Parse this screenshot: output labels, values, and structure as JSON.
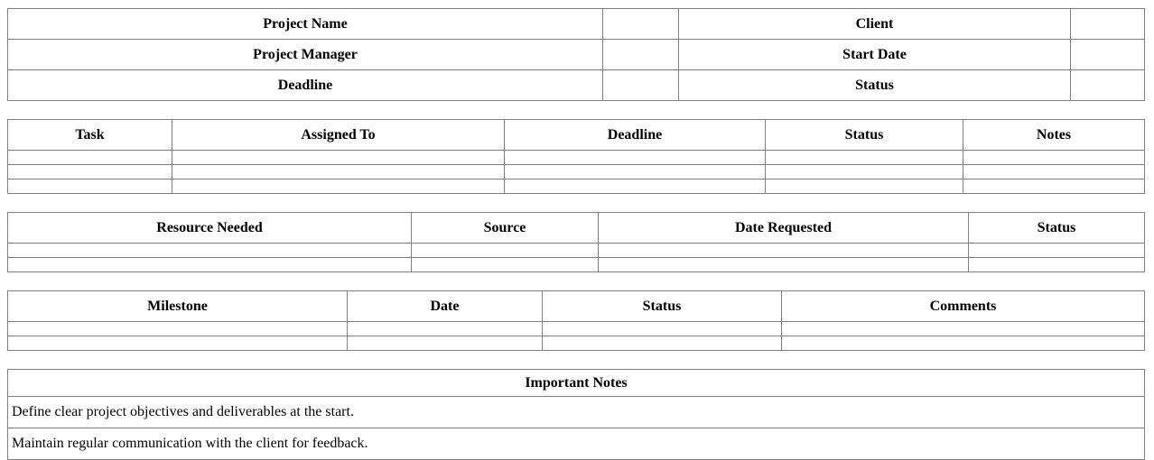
{
  "colors": {
    "background": "#ffffff",
    "border": "#808080",
    "text": "#000000"
  },
  "project_info_table": {
    "rows": [
      {
        "left_label": "Project Name",
        "left_value": "",
        "right_label": "Client",
        "right_value": ""
      },
      {
        "left_label": "Project Manager",
        "left_value": "",
        "right_label": "Start Date",
        "right_value": ""
      },
      {
        "left_label": "Deadline",
        "left_value": "",
        "right_label": "Status",
        "right_value": ""
      }
    ]
  },
  "tasks_table": {
    "headers": [
      "Task",
      "Assigned To",
      "Deadline",
      "Status",
      "Notes"
    ],
    "empty_row_count": 3
  },
  "resources_table": {
    "headers": [
      "Resource Needed",
      "Source",
      "Date Requested",
      "Status"
    ],
    "empty_row_count": 2
  },
  "milestones_table": {
    "headers": [
      "Milestone",
      "Date",
      "Status",
      "Comments"
    ],
    "empty_row_count": 2
  },
  "notes_table": {
    "title": "Important Notes",
    "notes": [
      "Define clear project objectives and deliverables at the start.",
      "Maintain regular communication with the client for feedback."
    ]
  }
}
